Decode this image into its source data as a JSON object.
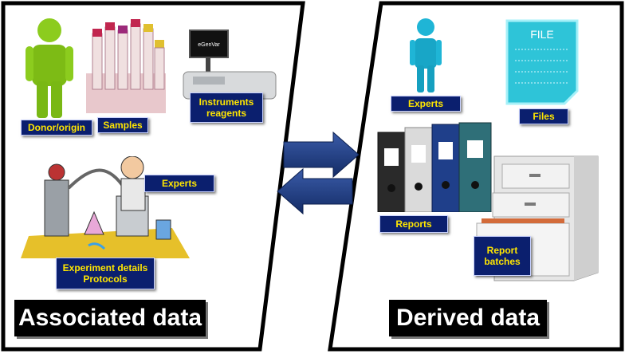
{
  "left_panel": {
    "title": "Associated data",
    "labels": {
      "donor": "Donor/origin",
      "samples": "Samples",
      "instruments": "Instruments\nreagents",
      "experts": "Experts",
      "experiment": "Experiment details\nProtocols"
    },
    "instrument_screen_text": "eGenVar"
  },
  "right_panel": {
    "title": "Derived data",
    "labels": {
      "experts": "Experts",
      "files": "Files",
      "reports": "Reports",
      "report_batches": "Report\nbatches"
    },
    "file_icon_text": "FILE"
  },
  "arrows": [
    "right-arrow",
    "left-arrow"
  ],
  "colors": {
    "label_bg": "#0b1f6e",
    "label_text": "#ffe600",
    "donor_figure": "#8ccc1e",
    "expert_figure": "#1fb5d6",
    "file_icon": "#2ec4d8",
    "arrow": "#1d3a7a"
  }
}
